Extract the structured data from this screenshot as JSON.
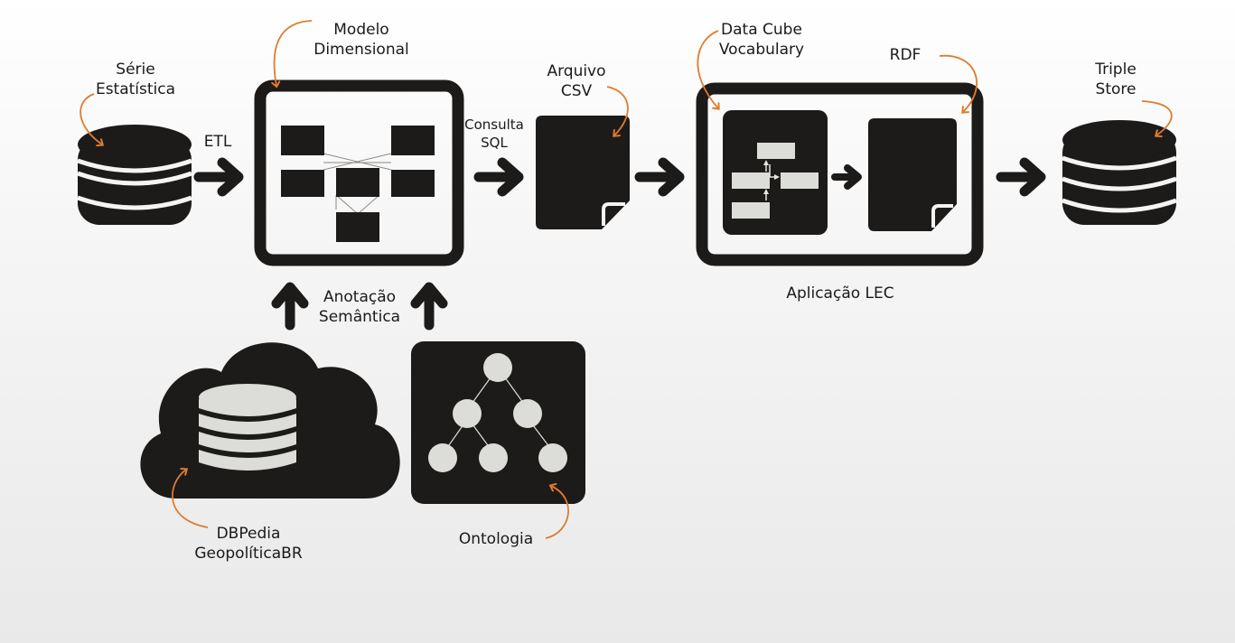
{
  "labels": {
    "serie": [
      "Série",
      "Estatística"
    ],
    "etl": "ETL",
    "modelo": [
      "Modelo",
      "Dimensional"
    ],
    "consulta": [
      "Consulta",
      "SQL"
    ],
    "arquivo": [
      "Arquivo",
      "CSV"
    ],
    "datacube": [
      "Data Cube",
      "Vocabulary"
    ],
    "rdf": "RDF",
    "triple": [
      "Triple",
      "Store"
    ],
    "aplicacao": "Aplicação LEC",
    "anotacao": [
      "Anotação",
      "Semântica"
    ],
    "dbpedia": [
      "DBPedia",
      "GeopolíticaBR"
    ],
    "ontologia": "Ontologia"
  },
  "colors": {
    "ink": "#1d1b19",
    "light": "#dcdcd8",
    "accent": "#e07b2e",
    "background": "#f4f4f4"
  }
}
